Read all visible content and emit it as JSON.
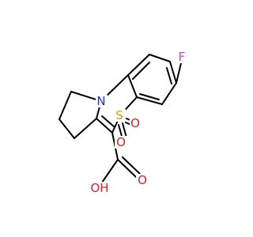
{
  "molecule": {
    "atoms": {
      "fluorine": {
        "text": "F",
        "color": "#cc44cc"
      },
      "nitrogen": {
        "text": "N",
        "color": "#2030e0"
      },
      "sulfur": {
        "text": "S",
        "color": "#c8a800"
      },
      "sulfone_oxygen_1": {
        "text": "O",
        "color": "#e02020"
      },
      "sulfone_oxygen_2": {
        "text": "O",
        "color": "#e02020"
      },
      "carbonyl_oxygen": {
        "text": "O",
        "color": "#e02020"
      },
      "hydroxyl": {
        "text": "OH",
        "color": "#e02020"
      }
    },
    "bond_color": "#000000",
    "background": "#ffffff"
  }
}
